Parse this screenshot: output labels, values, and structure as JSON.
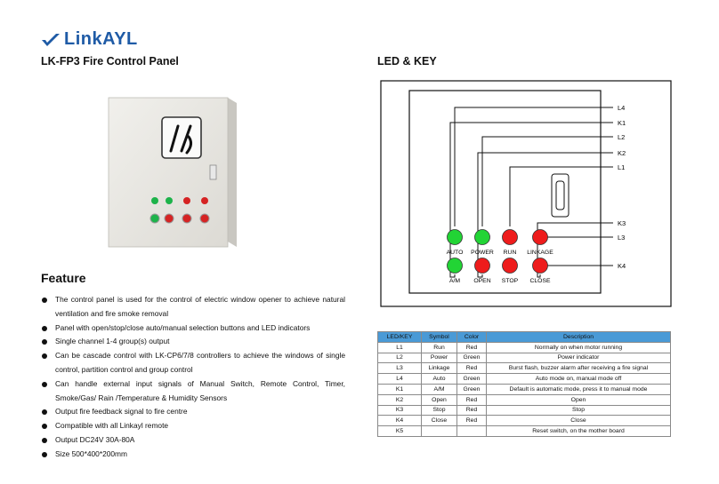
{
  "brand": {
    "name": "LinkAYL"
  },
  "left_title": "LK-FP3 Fire Control Panel",
  "right_title": "LED & KEY",
  "feature_title": "Feature",
  "features": [
    "The control panel is used for the control of electric window opener to achieve natural ventilation and fire smoke removal",
    "Panel with open/stop/close auto/manual selection buttons and LED indicators",
    "Single channel 1-4 group(s) output",
    "Can be cascade control with LK-CP6/7/8 controllers to achieve the windows of single control, partition control and group control",
    "Can handle external input signals of Manual Switch, Remote Control, Timer, Smoke/Gas/ Rain /Temperature & Humidity Sensors",
    "Output fire feedback signal to fire centre",
    "Compatible with all Linkayl remote",
    "Output DC24V 30A-80A",
    "Size 500*400*200mm"
  ],
  "diagram": {
    "right_labels": [
      "L4",
      "K1",
      "L2",
      "K2",
      "L1",
      "K3",
      "L3",
      "K4"
    ],
    "top_row": [
      {
        "label": "AUTO",
        "color": "#22d435"
      },
      {
        "label": "POWER",
        "color": "#22d435"
      },
      {
        "label": "RUN",
        "color": "#ee1c1c"
      },
      {
        "label": "LINKAGE",
        "color": "#ee1c1c"
      }
    ],
    "bottom_row": [
      {
        "label": "A/M",
        "color": "#22d435"
      },
      {
        "label": "OPEN",
        "color": "#ee1c1c"
      },
      {
        "label": "STOP",
        "color": "#ee1c1c"
      },
      {
        "label": "CLOSE",
        "color": "#ee1c1c"
      }
    ]
  },
  "table": {
    "headers": [
      "LED/KEY",
      "Symbol",
      "Color",
      "Description"
    ],
    "rows": [
      [
        "L1",
        "Run",
        "Red",
        "Normally on when motor running"
      ],
      [
        "L2",
        "Power",
        "Green",
        "Power indicator"
      ],
      [
        "L3",
        "Linkage",
        "Red",
        "Burst flash, buzzer alarm after receiving a fire signal"
      ],
      [
        "L4",
        "Auto",
        "Green",
        "Auto mode on, manual mode off"
      ],
      [
        "K1",
        "A/M",
        "Green",
        "Default is automatic mode, press it to manual mode"
      ],
      [
        "K2",
        "Open",
        "Red",
        "Open"
      ],
      [
        "K3",
        "Stop",
        "Red",
        "Stop"
      ],
      [
        "K4",
        "Close",
        "Red",
        "Close"
      ],
      [
        "K5",
        "",
        "",
        "Reset switch, on the mother board"
      ]
    ]
  },
  "colors": {
    "brand": "#1f5ba6",
    "header_fill": "#4a9ad6",
    "green": "#22d435",
    "red": "#ee1c1c"
  }
}
